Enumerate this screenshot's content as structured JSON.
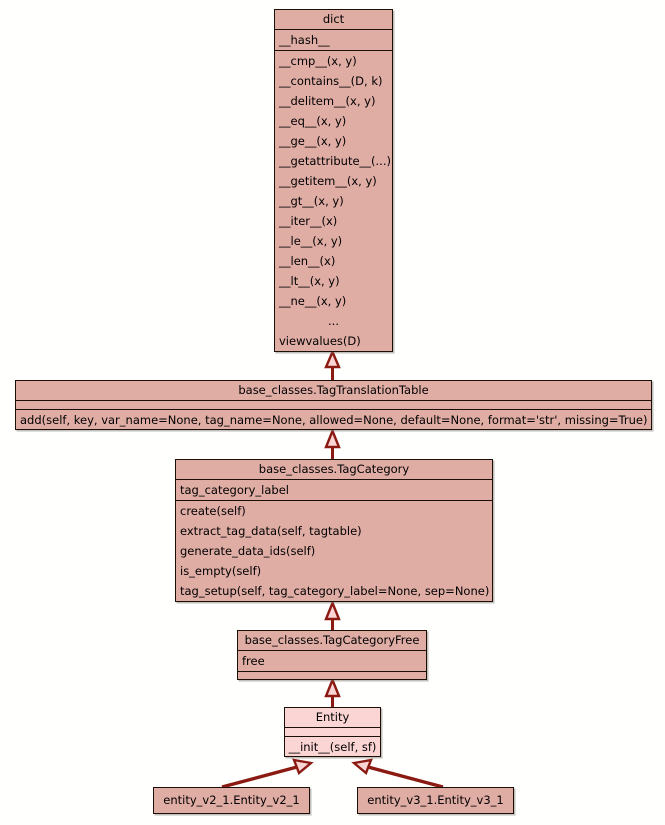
{
  "diagram": {
    "kind": "uml-class-diagram",
    "background_color": "#fffffd",
    "box_fill_color": "#e0ada5",
    "box_fill_color_highlight": "#fbd4d4",
    "box_border_color": "#1a1008",
    "edge_color": "#8b1a12",
    "classes": [
      {
        "id": "dict",
        "name": "dict",
        "attributes": [
          "__hash__"
        ],
        "methods": [
          "__cmp__(x, y)",
          "__contains__(D, k)",
          "__delitem__(x, y)",
          "__eq__(x, y)",
          "__ge__(x, y)",
          "__getattribute__(...)",
          "__getitem__(x, y)",
          "__gt__(x, y)",
          "__iter__(x)",
          "__le__(x, y)",
          "__len__(x)",
          "__lt__(x, y)",
          "__ne__(x, y)",
          "...",
          "viewvalues(D)"
        ]
      },
      {
        "id": "tagtranslationtable",
        "name": "base_classes.TagTranslationTable",
        "attributes": [],
        "methods": [
          "add(self, key, var_name=None, tag_name=None, allowed=None, default=None, format='str', missing=True)"
        ]
      },
      {
        "id": "tagcategory",
        "name": "base_classes.TagCategory",
        "attributes": [
          "tag_category_label"
        ],
        "methods": [
          "create(self)",
          "extract_tag_data(self, tagtable)",
          "generate_data_ids(self)",
          "is_empty(self)",
          "tag_setup(self, tag_category_label=None, sep=None)"
        ]
      },
      {
        "id": "tagcategoryfree",
        "name": "base_classes.TagCategoryFree",
        "attributes": [
          "free"
        ],
        "methods": []
      },
      {
        "id": "entity",
        "name": "Entity",
        "attributes": [],
        "methods": [
          "__init__(self, sf)"
        ],
        "highlight": true
      },
      {
        "id": "entity_v2_1",
        "name": "entity_v2_1.Entity_v2_1",
        "attributes": [],
        "methods": []
      },
      {
        "id": "entity_v3_1",
        "name": "entity_v3_1.Entity_v3_1",
        "attributes": [],
        "methods": []
      }
    ],
    "relations": [
      {
        "type": "inheritance",
        "from": "tagtranslationtable",
        "to": "dict"
      },
      {
        "type": "inheritance",
        "from": "tagcategory",
        "to": "tagtranslationtable"
      },
      {
        "type": "inheritance",
        "from": "tagcategoryfree",
        "to": "tagcategory"
      },
      {
        "type": "inheritance",
        "from": "entity",
        "to": "tagcategoryfree"
      },
      {
        "type": "inheritance",
        "from": "entity_v2_1",
        "to": "entity"
      },
      {
        "type": "inheritance",
        "from": "entity_v3_1",
        "to": "entity"
      }
    ]
  }
}
